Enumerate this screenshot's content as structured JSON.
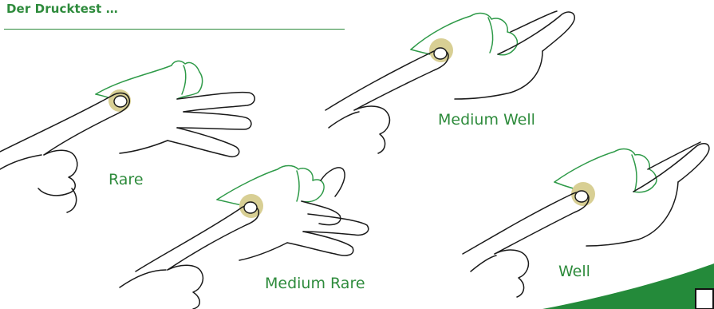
{
  "header": {
    "title": "Der Drucktest …"
  },
  "illustrations": [
    {
      "id": "rare",
      "label": "Rare"
    },
    {
      "id": "medium-rare",
      "label": "Medium Rare"
    },
    {
      "id": "medium-well",
      "label": "Medium Well"
    },
    {
      "id": "well",
      "label": "Well"
    }
  ],
  "colors": {
    "accent_green": "#2e8b3c",
    "press_spot": "#d8cf94",
    "outline": "#1a1a1a"
  }
}
